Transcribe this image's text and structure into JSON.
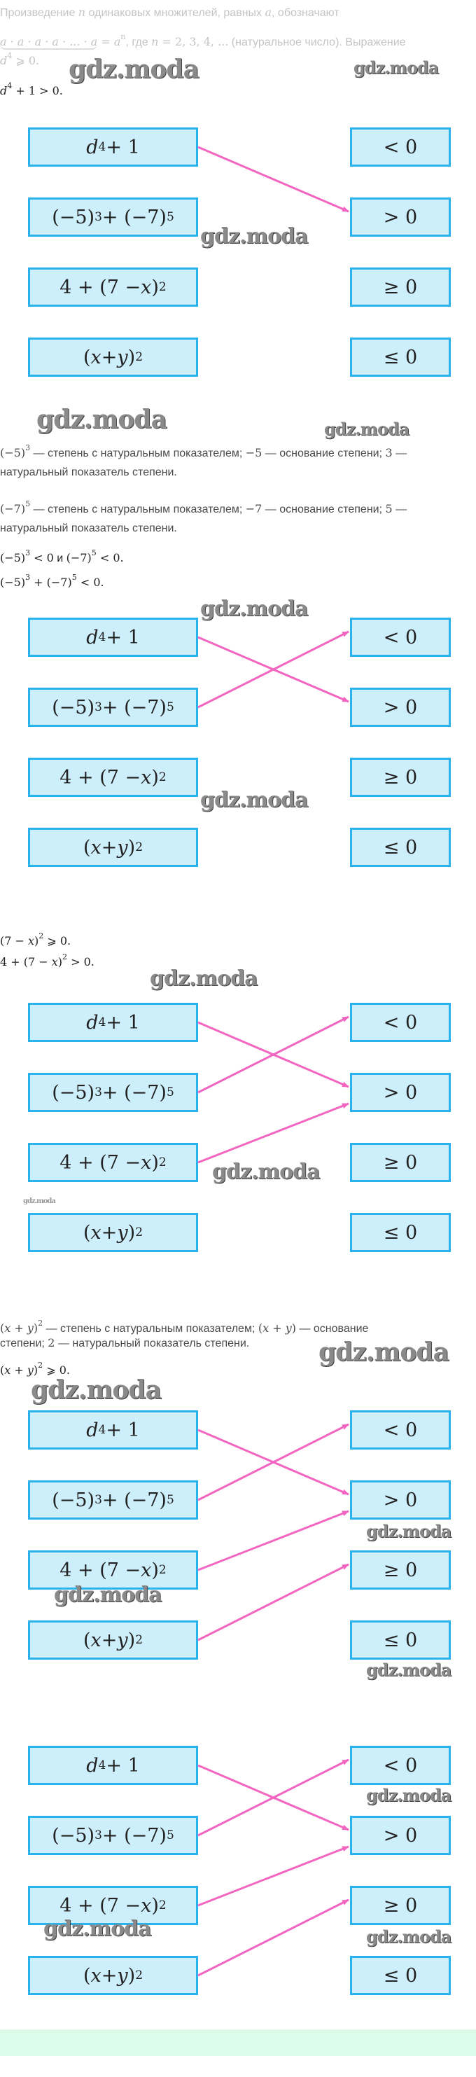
{
  "watermark": "gdz.moda",
  "colors": {
    "box_fill": "#cdeefb",
    "box_border": "#29b2ec",
    "arrow": "#f266c1",
    "footer": "#dcfbe9"
  },
  "left_items": [
    [
      {
        "k": "i",
        "t": "d"
      },
      {
        "k": "s",
        "t": "4"
      },
      {
        "k": "m",
        "t": " + 1"
      }
    ],
    [
      {
        "k": "m",
        "t": "(−5)"
      },
      {
        "k": "s",
        "t": "3"
      },
      {
        "k": "m",
        "t": " + (−7)"
      },
      {
        "k": "s",
        "t": "5"
      }
    ],
    [
      {
        "k": "m",
        "t": "4 + (7 − "
      },
      {
        "k": "i",
        "t": "x"
      },
      {
        "k": "m",
        "t": ")"
      },
      {
        "k": "s",
        "t": "2"
      }
    ],
    [
      {
        "k": "m",
        "t": "("
      },
      {
        "k": "i",
        "t": "x"
      },
      {
        "k": "m",
        "t": " + "
      },
      {
        "k": "i",
        "t": "y"
      },
      {
        "k": "m",
        "t": ")"
      },
      {
        "k": "s",
        "t": "2"
      }
    ]
  ],
  "right_items": [
    "< 0",
    "> 0",
    "≥ 0",
    "≤ 0"
  ],
  "diagrams": [
    {
      "matches": [
        [
          0,
          1
        ]
      ]
    },
    {
      "matches": [
        [
          0,
          1
        ],
        [
          1,
          0
        ]
      ]
    },
    {
      "matches": [
        [
          0,
          1
        ],
        [
          1,
          0
        ],
        [
          2,
          1
        ]
      ]
    },
    {
      "matches": [
        [
          0,
          1
        ],
        [
          1,
          0
        ],
        [
          2,
          1
        ],
        [
          3,
          2
        ]
      ]
    },
    {
      "matches": [
        [
          0,
          1
        ],
        [
          1,
          0
        ],
        [
          2,
          1
        ],
        [
          3,
          2
        ]
      ]
    }
  ],
  "intro": {
    "lines": [
      [
        {
          "k": "t",
          "t": "Произведение "
        },
        {
          "k": "i",
          "t": "n"
        },
        {
          "k": "t",
          "t": " одинаковых множителей, равных "
        },
        {
          "k": "i",
          "t": "a"
        },
        {
          "k": "t",
          "t": ", обозначают"
        }
      ],
      [
        {
          "k": "u",
          "t": "a · a · a · a · ... · a"
        },
        {
          "k": "m",
          "t": " = "
        },
        {
          "k": "i",
          "t": "a"
        },
        {
          "k": "s",
          "t": "n"
        },
        {
          "k": "t",
          "t": ", где "
        },
        {
          "k": "i",
          "t": "n"
        },
        {
          "k": "m",
          "t": " = 2,  3,  4, ..."
        },
        {
          "k": "t",
          "t": " (натуральное число). Выражение"
        }
      ],
      [
        {
          "k": "i",
          "t": "d"
        },
        {
          "k": "s",
          "t": "4"
        },
        {
          "k": "m",
          "t": "  ⩾ 0."
        }
      ]
    ],
    "result": [
      {
        "k": "i",
        "t": "d"
      },
      {
        "k": "s",
        "t": "4"
      },
      {
        "k": "m",
        "t": " + 1 > 0."
      }
    ]
  },
  "block2": {
    "lines": [
      [
        {
          "k": "m",
          "t": "(−5)"
        },
        {
          "k": "s",
          "t": "3"
        },
        {
          "k": "t",
          "t": " — степень с натуральным показателем; "
        },
        {
          "k": "m",
          "t": "−5"
        },
        {
          "k": "t",
          "t": " — основание степени; "
        },
        {
          "k": "m",
          "t": "3"
        },
        {
          "k": "t",
          "t": " —"
        }
      ],
      [
        {
          "k": "t",
          "t": "натуральный показатель степени."
        }
      ],
      [
        {
          "k": "m",
          "t": "(−7)"
        },
        {
          "k": "s",
          "t": "5"
        },
        {
          "k": "t",
          "t": " — степень с натуральным показателем; "
        },
        {
          "k": "m",
          "t": "−7"
        },
        {
          "k": "t",
          "t": " — основание степени; "
        },
        {
          "k": "m",
          "t": "5"
        },
        {
          "k": "t",
          "t": " —"
        }
      ],
      [
        {
          "k": "t",
          "t": "натуральный показатель степени."
        }
      ],
      [
        {
          "k": "m",
          "t": "(−5)"
        },
        {
          "k": "s",
          "t": "3"
        },
        {
          "k": "m",
          "t": " < 0"
        },
        {
          "k": "t",
          "t": " и "
        },
        {
          "k": "m",
          "t": "(−7)"
        },
        {
          "k": "s",
          "t": "5"
        },
        {
          "k": "m",
          "t": " < 0."
        }
      ],
      [
        {
          "k": "m",
          "t": "(−5)"
        },
        {
          "k": "s",
          "t": "3"
        },
        {
          "k": "m",
          "t": " + (−7)"
        },
        {
          "k": "s",
          "t": "5"
        },
        {
          "k": "m",
          "t": " < 0."
        }
      ]
    ]
  },
  "block3": {
    "lines": [
      [
        {
          "k": "m",
          "t": "(7 − "
        },
        {
          "k": "i",
          "t": "x"
        },
        {
          "k": "m",
          "t": ")"
        },
        {
          "k": "s",
          "t": "2"
        },
        {
          "k": "m",
          "t": " ⩾ 0."
        }
      ],
      [
        {
          "k": "m",
          "t": "4 + (7 − "
        },
        {
          "k": "i",
          "t": "x"
        },
        {
          "k": "m",
          "t": ")"
        },
        {
          "k": "s",
          "t": "2"
        },
        {
          "k": "m",
          "t": " > 0."
        }
      ]
    ]
  },
  "block4": {
    "lines": [
      [
        {
          "k": "m",
          "t": "("
        },
        {
          "k": "i",
          "t": "x"
        },
        {
          "k": "m",
          "t": " + "
        },
        {
          "k": "i",
          "t": "y"
        },
        {
          "k": "m",
          "t": ")"
        },
        {
          "k": "s",
          "t": "2"
        },
        {
          "k": "t",
          "t": " — степень с натуральным показателем; "
        },
        {
          "k": "m",
          "t": "("
        },
        {
          "k": "i",
          "t": "x"
        },
        {
          "k": "m",
          "t": " + "
        },
        {
          "k": "i",
          "t": "y"
        },
        {
          "k": "m",
          "t": ")"
        },
        {
          "k": "t",
          "t": " — основание"
        }
      ],
      [
        {
          "k": "t",
          "t": "степени; "
        },
        {
          "k": "m",
          "t": "2"
        },
        {
          "k": "t",
          "t": " — натуральный показатель степени."
        }
      ],
      [
        {
          "k": "m",
          "t": "("
        },
        {
          "k": "i",
          "t": "x"
        },
        {
          "k": "m",
          "t": " + "
        },
        {
          "k": "i",
          "t": "y"
        },
        {
          "k": "m",
          "t": ")"
        },
        {
          "k": "s",
          "t": "2"
        },
        {
          "k": "m",
          "t": " ⩾ 0."
        }
      ]
    ]
  }
}
